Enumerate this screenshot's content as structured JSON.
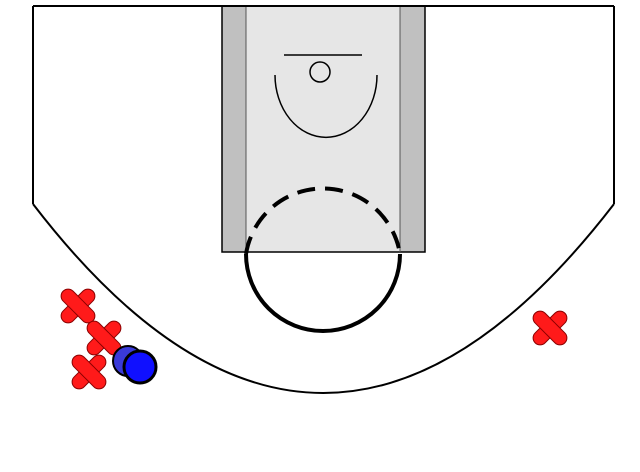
{
  "colors": {
    "background": "#ffffff",
    "court_line": "#000000",
    "paint_fill": "#e6e6e6",
    "lane_block": "#c0c0c0",
    "defender": "#ff1a1a",
    "defender_outline": "#8b0000",
    "offense": "#1010ff",
    "offense_shadow": "#3a3ad8"
  },
  "players": {
    "defenders": [
      {
        "name": "defender-1",
        "icon": "x-marker"
      },
      {
        "name": "defender-2",
        "icon": "x-marker"
      },
      {
        "name": "defender-3",
        "icon": "x-marker"
      },
      {
        "name": "defender-4",
        "icon": "x-marker"
      }
    ],
    "offense": [
      {
        "name": "offense-player",
        "icon": "circle-marker",
        "has_ball": true
      }
    ]
  }
}
